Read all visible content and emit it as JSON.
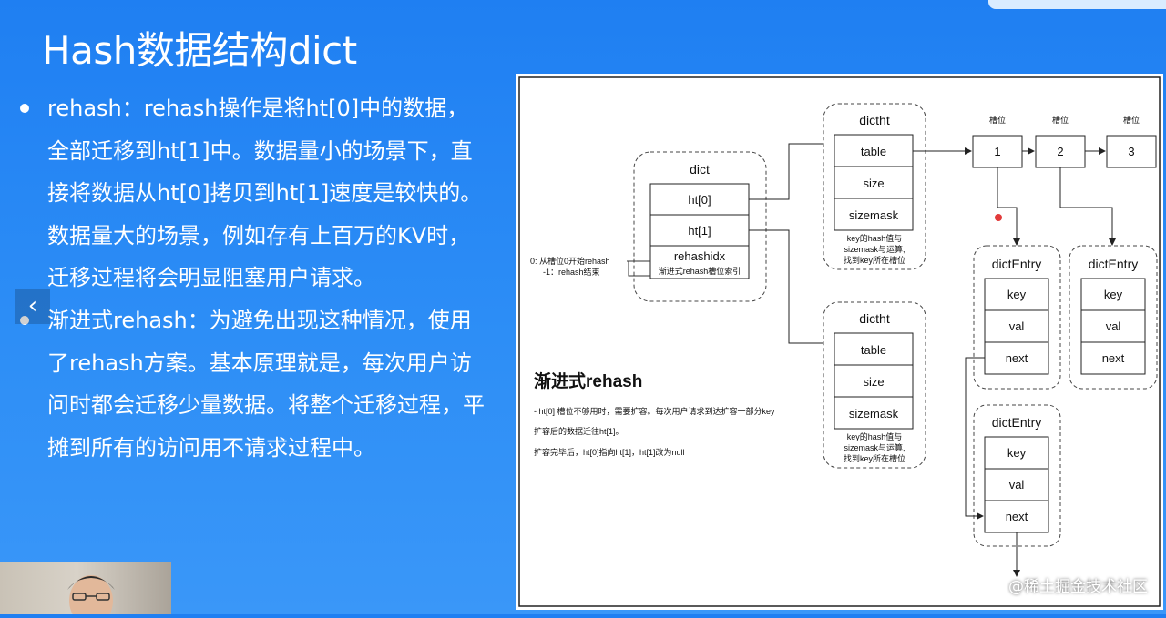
{
  "title": "Hash数据结构dict",
  "bullets": [
    "rehash：rehash操作是将ht[0]中的数据，全部迁移到ht[1]中。数据量小的场景下，直接将数据从ht[0]拷贝到ht[1]速度是较快的。数据量大的场景，例如存有上百万的KV时，迁移过程将会明显阻塞用户请求。",
    "渐进式rehash：为避免出现这种情况，使用了rehash方案。基本原理就是，每次用户访问时都会迁移少量数据。将整个迁移过程，平摊到所有的访问用不请求过程中。"
  ],
  "nav": {
    "prev_glyph": "‹"
  },
  "icons": {
    "prev": "chevron-left-icon"
  },
  "watermark": "@稀土掘金技术社区",
  "diagram": {
    "dict": {
      "label": "dict",
      "fields": [
        "ht[0]",
        "ht[1]",
        "rehashidx"
      ],
      "rehashidx_note": "渐进式rehash槽位索引"
    },
    "rehashidx_side_note": [
      "0: 从槽位0开始rehash",
      "-1：rehash结束"
    ],
    "dictht_top": {
      "label": "dictht",
      "fields": [
        "table",
        "size",
        "sizemask"
      ],
      "note": [
        "key的hash值与",
        "sizemask与运算,",
        "找到key所在槽位"
      ]
    },
    "dictht_bottom": {
      "label": "dictht",
      "fields": [
        "table",
        "size",
        "sizemask"
      ],
      "note": [
        "key的hash值与",
        "sizemask与运算,",
        "找到key所在槽位"
      ]
    },
    "slots": [
      {
        "header": "槽位",
        "value": "1"
      },
      {
        "header": "槽位",
        "value": "2"
      },
      {
        "header": "槽位",
        "value": "3"
      }
    ],
    "entries": [
      {
        "label": "dictEntry",
        "fields": [
          "key",
          "val",
          "next"
        ]
      },
      {
        "label": "dictEntry",
        "fields": [
          "key",
          "val",
          "next"
        ]
      },
      {
        "label": "dictEntry",
        "fields": [
          "key",
          "val",
          "next"
        ]
      }
    ],
    "rehash_heading": "渐进式rehash",
    "rehash_notes": [
      "- ht[0] 槽位不够用时，需要扩容。每次用户请求到达扩容一部分key",
      "扩容后的数据迁往ht[1]。",
      "扩容完毕后，ht[0]指向ht[1]，ht[1]改为null"
    ]
  }
}
